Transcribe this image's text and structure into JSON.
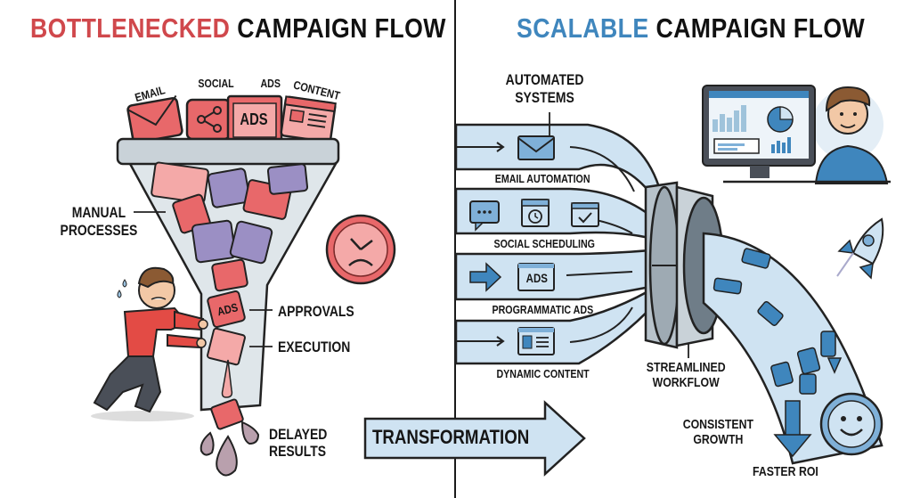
{
  "left_panel": {
    "title_accent": "BOTTLENECKED",
    "title_rest": "CAMPAIGN FLOW",
    "accent_color": "#d0484c",
    "input_channels": [
      "EMAIL",
      "SOCIAL",
      "ADS",
      "CONTENT"
    ],
    "ads_card_text": "ADS",
    "funnel_ads_text": "ADS",
    "labels": {
      "manual_processes": [
        "MANUAL",
        "PROCESSES"
      ],
      "approvals": "APPROVALS",
      "execution": "EXECUTION",
      "delayed_results": [
        "DELAYED",
        "RESULTS"
      ]
    },
    "icons": [
      "envelope-icon",
      "share-icon",
      "ads-icon",
      "content-page-icon",
      "sad-clock-icon",
      "stressed-person",
      "drip-drops"
    ]
  },
  "right_panel": {
    "title_accent": "SCALABLE",
    "title_rest": "CAMPAIGN FLOW",
    "accent_color": "#3f86bd",
    "automated_systems": [
      "AUTOMATED",
      "SYSTEMS"
    ],
    "lanes": [
      {
        "label": "EMAIL AUTOMATION",
        "icons": [
          "envelope-icon"
        ]
      },
      {
        "label": "SOCIAL SCHEDULING",
        "icons": [
          "chat-icon",
          "calendar-clock-icon",
          "calendar-check-icon"
        ]
      },
      {
        "label": "PROGRAMMATIC ADS",
        "icons": [
          "ads-icon"
        ],
        "ads_text": "ADS"
      },
      {
        "label": "DYNAMIC CONTENT",
        "icons": [
          "content-page-icon"
        ]
      }
    ],
    "labels": {
      "streamlined_workflow": [
        "STREAMLINED",
        "WORKFLOW"
      ],
      "consistent_growth": [
        "CONSISTENT",
        "GROWTH"
      ],
      "faster_roi": "FASTER ROI"
    },
    "icons": [
      "dashboard-monitor",
      "happy-person",
      "rocket-icon",
      "smiley-clock-icon",
      "down-arrow-icon"
    ]
  },
  "transformation_arrow": {
    "label": "TRANSFORMATION"
  },
  "colors": {
    "red_fill": "#e8686a",
    "red_light": "#f4a9a8",
    "purple_fill": "#9b8fc4",
    "blue_pipe": "#cfe3f2",
    "blue_dark": "#3f86bd",
    "funnel_gray": "#c9d2d8"
  }
}
